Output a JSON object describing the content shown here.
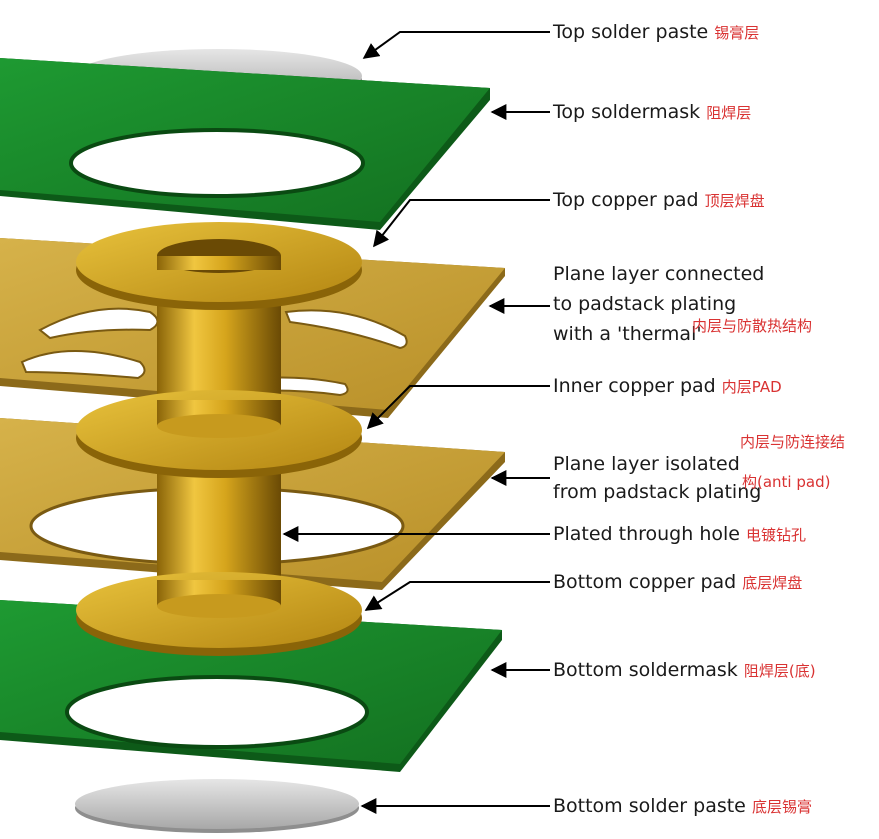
{
  "labels": {
    "top_paste": {
      "en": "Top solder paste",
      "zh": "锡膏层"
    },
    "top_mask": {
      "en": "Top soldermask",
      "zh": "阻焊层"
    },
    "top_pad": {
      "en": "Top copper pad",
      "zh": "顶层焊盘"
    },
    "thermal": {
      "line1": "Plane layer connected",
      "line2": "to padstack plating",
      "line3": "with a 'thermal'",
      "zh": "内层与防散热结构"
    },
    "inner_pad": {
      "en": "Inner copper pad",
      "zh": "内层PAD"
    },
    "isolated": {
      "line1": "Plane layer isolated",
      "line2": "from padstack plating",
      "zh1": "内层与防连接结",
      "zh2": "构(anti pad)"
    },
    "pth": {
      "en": "Plated through hole",
      "zh": "电镀钻孔"
    },
    "bottom_pad": {
      "en": "Bottom copper pad",
      "zh": "底层焊盘"
    },
    "bottom_mask": {
      "en": "Bottom soldermask",
      "zh": "阻焊层(底)"
    },
    "bottom_paste": {
      "en": "Bottom solder paste",
      "zh": "底层锡膏"
    }
  },
  "colors": {
    "soldermask_green": "#1a8a2a",
    "paste_gray": "#c8c8c8",
    "copper_gold": "#d4a521",
    "plane_tan": "#c9a43c"
  }
}
